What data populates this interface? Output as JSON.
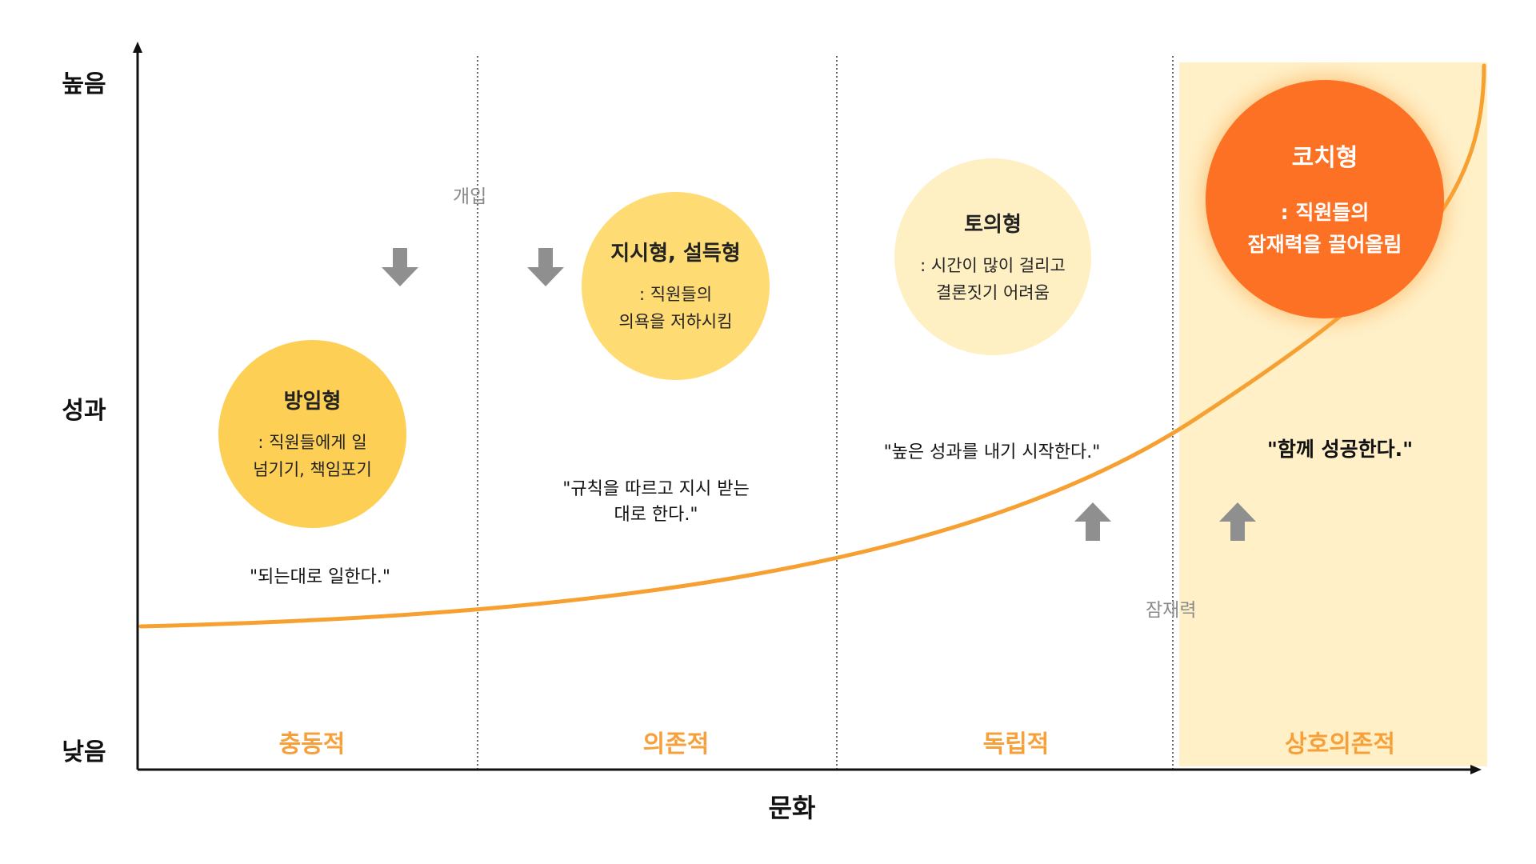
{
  "y_axis": {
    "title": "성과",
    "high": "높음",
    "low": "낮음"
  },
  "x_axis": {
    "title": "문화"
  },
  "columns": [
    {
      "label": "충동적"
    },
    {
      "label": "의존적"
    },
    {
      "label": "독립적"
    },
    {
      "label": "상호의존적"
    }
  ],
  "circles": [
    {
      "title": "방임형",
      "desc1": ": 직원들에게 일",
      "desc2": "넘기기, 책임포기",
      "color": "#fdd055"
    },
    {
      "title": "지시형, 설득형",
      "desc1": ": 직원들의",
      "desc2": "의욕을 저하시킴",
      "color": "#fedb73"
    },
    {
      "title": "토의형",
      "desc1": ": 시간이 많이 걸리고",
      "desc2": "결론짓기 어려움",
      "color": "#fff0c4"
    },
    {
      "title": "코치형",
      "desc1": ": 직원들의",
      "desc2": "잠재력을 끌어올림",
      "color": "#fd7124"
    }
  ],
  "quotes": [
    {
      "text": "\"되는대로 일한다.\""
    },
    {
      "line1": "\"규칙을 따르고 지시 받는",
      "line2": "대로 한다.\""
    },
    {
      "text": "\"높은 성과를 내기 시작한다.\""
    },
    {
      "text": "\"함께 성공한다.\""
    }
  ],
  "annotations": {
    "intervention": "개입",
    "potential": "잠재력"
  },
  "colors": {
    "curve": "#f7a032",
    "highlight": "#fff0c8",
    "category": "#f7a03a",
    "arrow": "#8f8f8f",
    "coach_text": "#ffffff"
  },
  "icons": {
    "down_arrow": "down-arrow-icon",
    "up_arrow": "up-arrow-icon"
  }
}
